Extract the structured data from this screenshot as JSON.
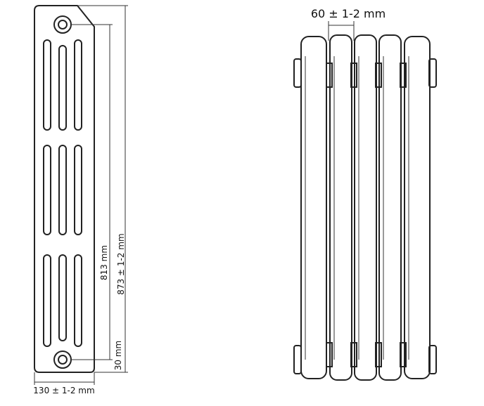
{
  "side_view": {
    "width_label": "130 ± 1-2 mm",
    "axis_height_label": "813 mm",
    "total_height_label": "873 ± 1-2 mm",
    "bottom_offset_label": "30 mm"
  },
  "front_view": {
    "column_pitch_label": "60 ± 1-2 mm",
    "column_count": 5
  },
  "colors": {
    "line": "#222222",
    "background": "#ffffff"
  }
}
